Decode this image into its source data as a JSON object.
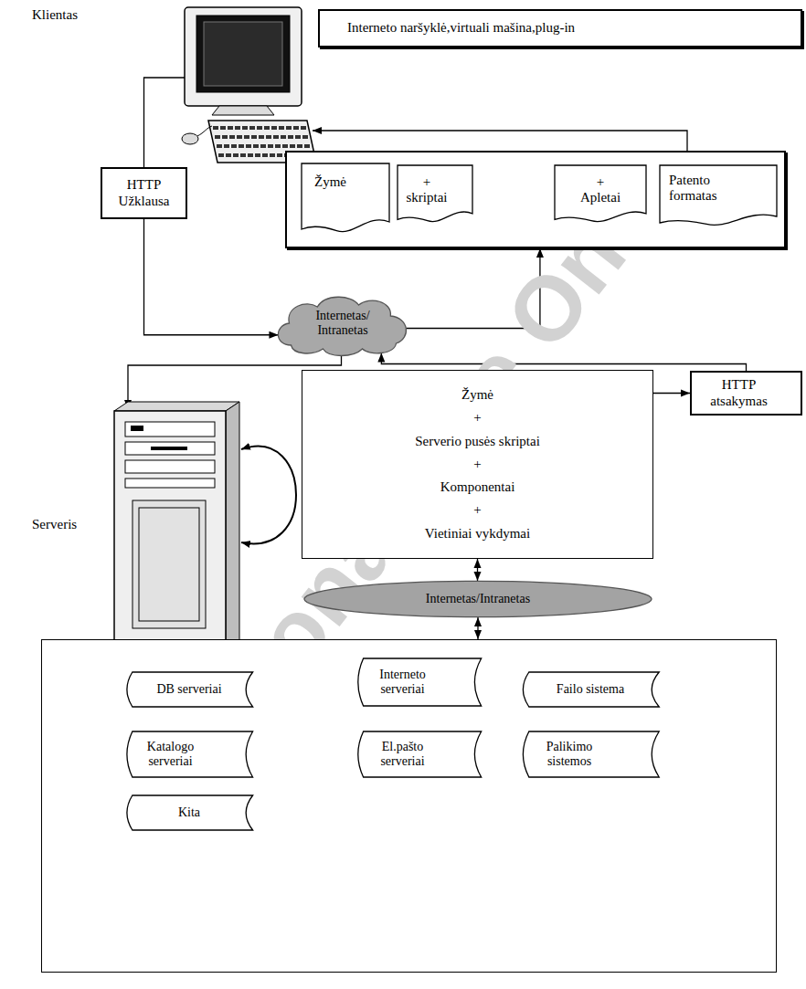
{
  "diagram": {
    "nodes": [
      {
        "text": [
          "Interneto naršyklė,virtuali mašina,plug-in"
        ]
      },
      {
        "text": []
      },
      {
        "text": [
          "Žymė"
        ],
        "in": 1
      },
      {
        "text": [
          "+ skriptai"
        ],
        "in": 1
      },
      {
        "text": [
          "+ Apletai"
        ],
        "in": 1
      },
      {
        "text": [
          "Patento formatas"
        ],
        "in": 1
      },
      {
        "text": [
          "HTTP Užklausa"
        ]
      },
      {
        "text": [
          "Internetas/ Intranetas"
        ]
      },
      {
        "text": [
          "Žymė",
          "+",
          "Serverio pusės skriptai",
          "+",
          "Komponentai",
          "+",
          "Vietiniai vykdymai"
        ]
      },
      {
        "text": [
          "HTTP atsakymas"
        ]
      },
      {
        "text": [
          "Internetas/Intranetas"
        ]
      },
      {
        "text": []
      },
      {
        "text": [
          "DB serveriai"
        ],
        "in": 11
      },
      {
        "text": [
          "Interneto serveriai"
        ],
        "in": 11
      },
      {
        "text": [
          "Failo sistema"
        ],
        "in": 11
      },
      {
        "text": [
          "Katalogo serveriai"
        ],
        "in": 11
      },
      {
        "text": [
          "El.pašto serveriai"
        ],
        "in": 11
      },
      {
        "text": [
          "Palikimo sistemos"
        ],
        "in": 11
      },
      {
        "text": [
          "Kita"
        ],
        "in": 11
      }
    ],
    "edges": [
      {
        "from": 6,
        "to": 7,
        "arrow": "to"
      },
      {
        "from": 7,
        "to": 1,
        "arrow": "to"
      },
      {
        "from": 8,
        "to": 9,
        "arrow": "to"
      },
      {
        "from": 9,
        "to": 7,
        "arrow": "to"
      },
      {
        "from": 8,
        "to": 10,
        "arrow": "both"
      },
      {
        "from": 10,
        "to": 11,
        "arrow": "both"
      }
    ],
    "labels": [
      "Klientas",
      "Serveris",
      "Personal Use Only"
    ]
  }
}
